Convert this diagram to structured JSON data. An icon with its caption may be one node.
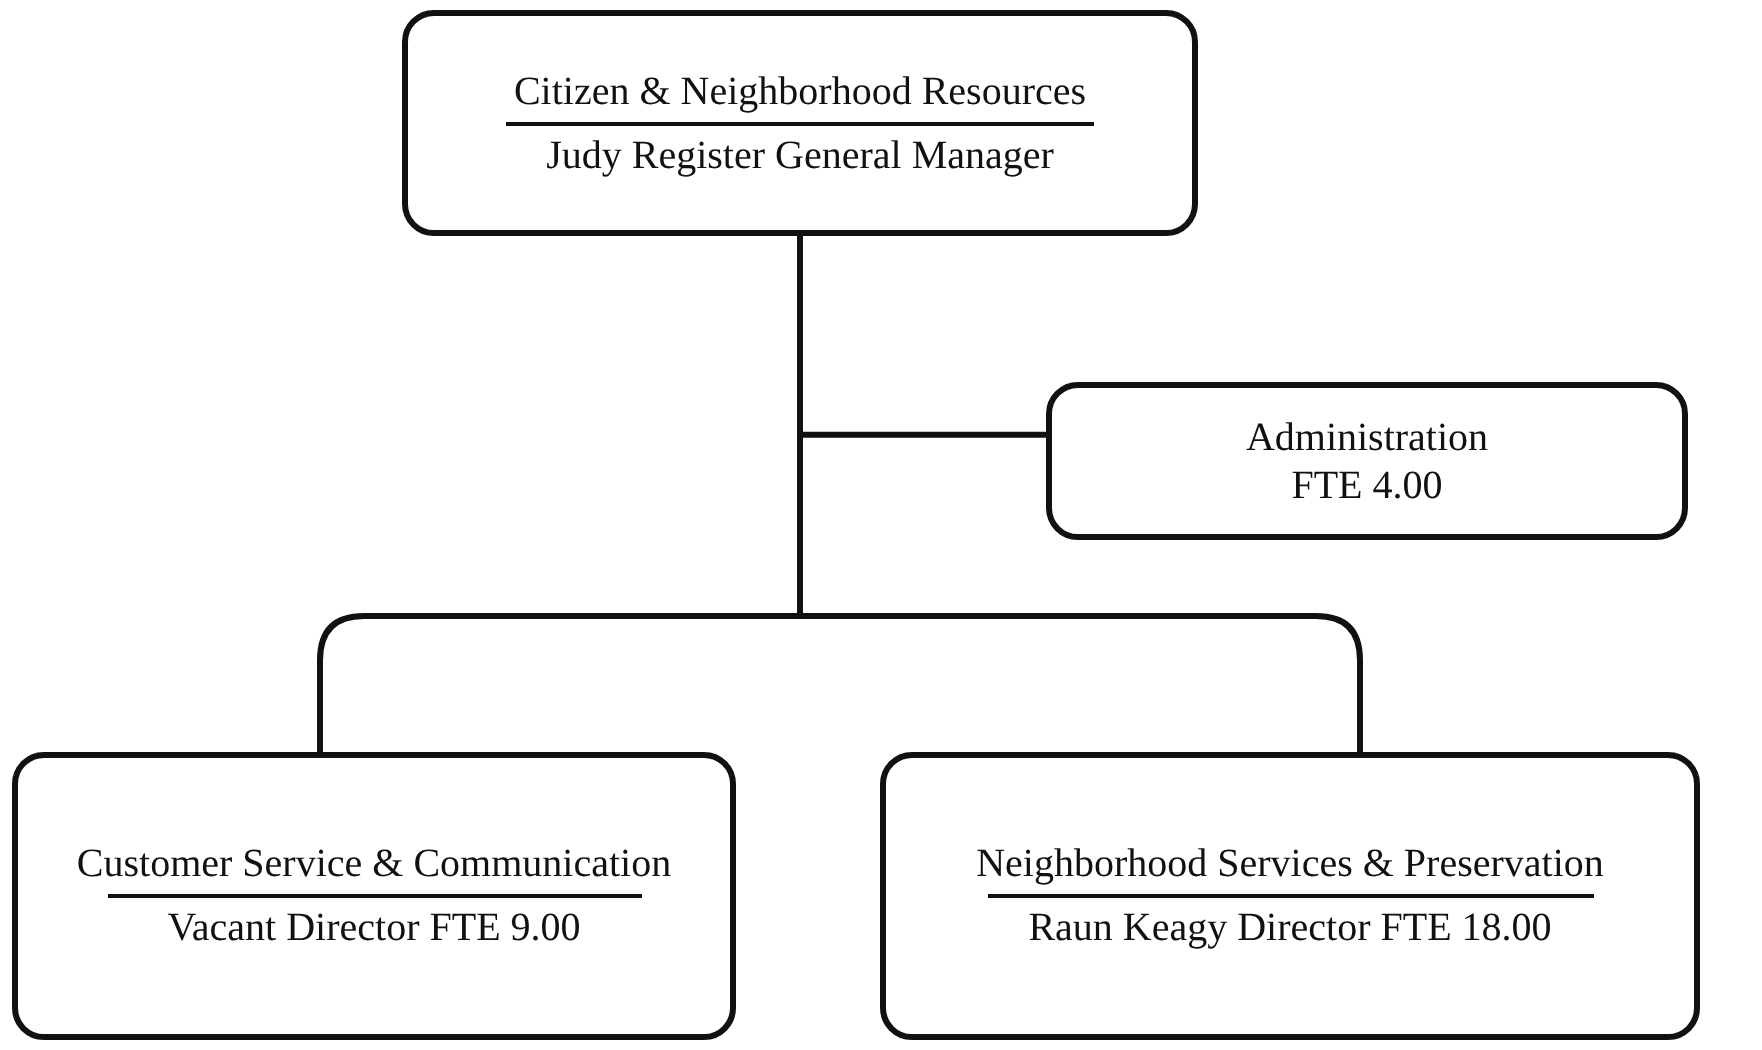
{
  "diagram": {
    "nodes": [
      {
        "text": [
          "Citizen & Neighborhood Resources",
          "Judy Register General Manager"
        ]
      },
      {
        "text": [
          "Administration",
          "FTE 4.00"
        ]
      },
      {
        "text": [
          "Customer Service & Communication",
          "Vacant Director FTE 9.00"
        ]
      },
      {
        "text": [
          "Neighborhood Services & Preservation",
          "Raun Keagy Director FTE 18.00"
        ]
      }
    ],
    "edges": [
      {
        "from": 0,
        "to": 1,
        "arrow": "none"
      },
      {
        "from": 0,
        "to": 2,
        "arrow": "none"
      },
      {
        "from": 0,
        "to": 3,
        "arrow": "none"
      }
    ]
  }
}
